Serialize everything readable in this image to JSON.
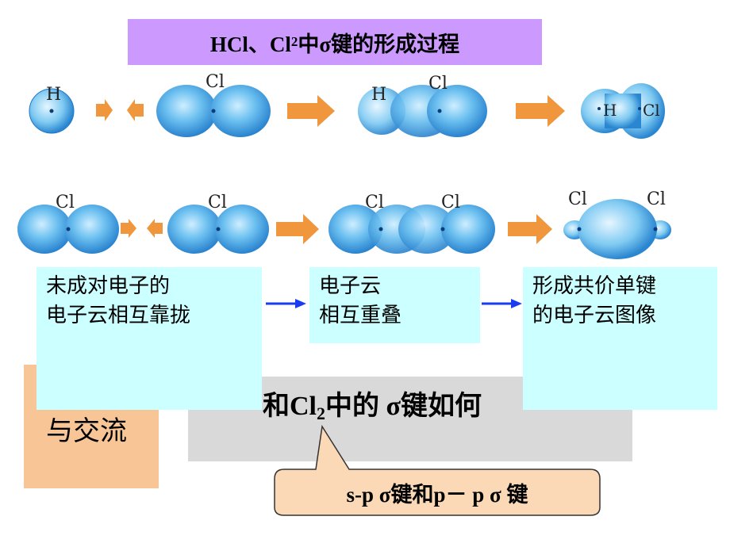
{
  "title": {
    "prefix": "HCl、Cl",
    "sub": "2",
    "suffix": "中σ键的形成过程"
  },
  "atoms": {
    "h": "H",
    "cl": "Cl"
  },
  "steps": [
    {
      "line1": "未成对电子的",
      "line2": "电子云相互靠拢"
    },
    {
      "line1": "电子云",
      "line2": "相互重叠"
    },
    {
      "line1": "形成共价单键",
      "line2": "的电子云图像"
    }
  ],
  "discussion": {
    "label": "与交流"
  },
  "question": {
    "prefix": "和Cl",
    "sub": "2",
    "suffix": "中的 σ键如何",
    "trail": "?"
  },
  "callout": {
    "text": "s-p σ键和p－ p σ 键"
  },
  "colors": {
    "title_bg": "#cc99ff",
    "orbital": "#4aaae8",
    "arrow_orange": "#f0963c",
    "arrow_blue": "#1a3cf0",
    "cyan_box": "#ccffff",
    "orange_box": "#f8c596",
    "grey_box": "#d9d9d9",
    "callout_bg": "#fbd9b6"
  }
}
